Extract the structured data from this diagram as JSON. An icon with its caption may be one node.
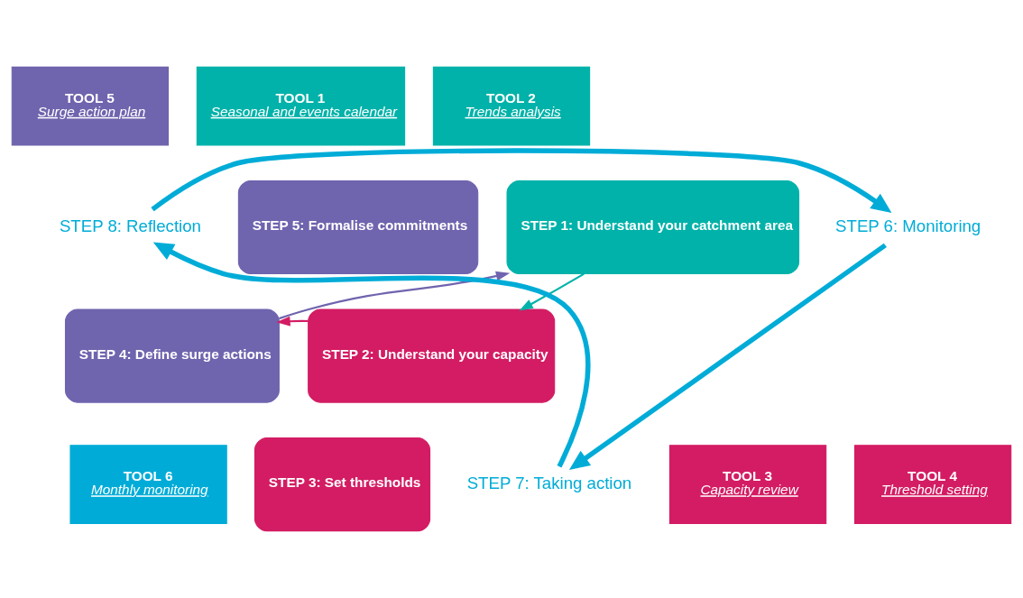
{
  "diagram": {
    "nodes": [
      {
        "text": [
          "TOOL 5",
          "Surge action plan"
        ]
      },
      {
        "text": [
          "TOOL 1",
          "Seasonal and events calendar"
        ]
      },
      {
        "text": [
          "TOOL 2",
          "Trends analysis"
        ]
      },
      {
        "text": [
          "STEP 5: Formalise commitments"
        ]
      },
      {
        "text": [
          "STEP 1: Understand your catchment area"
        ]
      },
      {
        "text": [
          "STEP 8: Reflection"
        ]
      },
      {
        "text": [
          "STEP 6: Monitoring"
        ]
      },
      {
        "text": [
          "STEP 4: Define surge actions"
        ]
      },
      {
        "text": [
          "STEP 2: Understand your capacity"
        ]
      },
      {
        "text": [
          "STEP 3: Set thresholds"
        ]
      },
      {
        "text": [
          "TOOL 6",
          "Monthly monitoring"
        ]
      },
      {
        "text": [
          "STEP 7: Taking action"
        ]
      },
      {
        "text": [
          "TOOL 3",
          "Capacity review"
        ]
      },
      {
        "text": [
          "TOOL 4",
          "Threshold setting"
        ]
      }
    ],
    "edges": [
      {
        "from": 4,
        "to": 8,
        "arrow": "to",
        "color": "#00b2a9"
      },
      {
        "from": 8,
        "to": 7,
        "arrow": "to",
        "color": "#d31c63"
      },
      {
        "from": 7,
        "to": 4,
        "arrow": "to",
        "color": "#6f64ae"
      },
      {
        "from": 5,
        "to": 6,
        "arrow": "to",
        "style": "thick",
        "color": "#00acd7"
      },
      {
        "from": 6,
        "to": 11,
        "arrow": "to",
        "style": "thick",
        "color": "#00acd7"
      },
      {
        "from": 11,
        "to": 5,
        "arrow": "to",
        "style": "thick",
        "color": "#00acd7"
      }
    ]
  }
}
